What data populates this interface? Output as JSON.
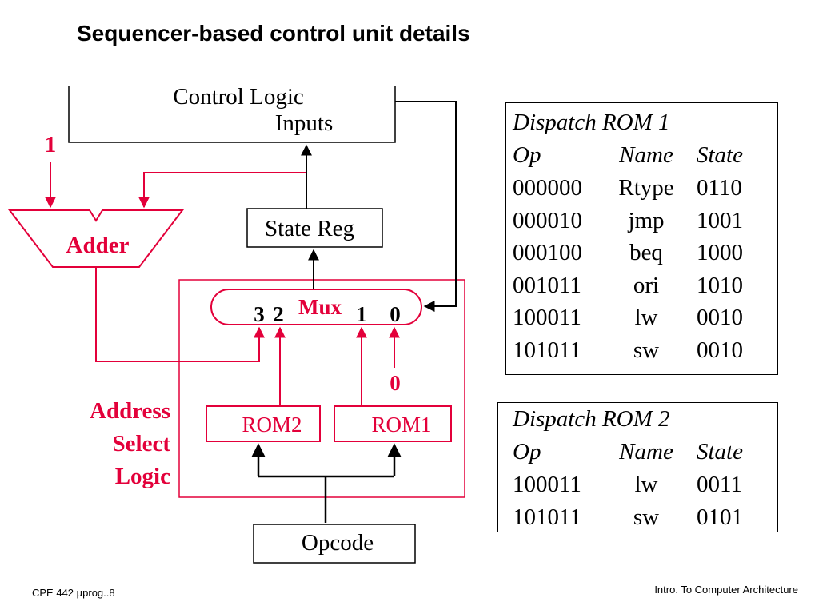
{
  "slide": {
    "title": "Sequencer-based control unit details",
    "footer_left": "CPE 442  µprog..8",
    "footer_right": "Intro. To Computer Architecture"
  },
  "diagram": {
    "control_logic_label": "Control Logic",
    "inputs_label": "Inputs",
    "one_label": "1",
    "adder_label": "Adder",
    "state_reg_label": "State Reg",
    "mux_label": "Mux",
    "mux_input_3": "3",
    "mux_input_2": "2",
    "mux_input_1": "1",
    "mux_input_0": "0",
    "zero_label": "0",
    "address_select_logic": [
      "Address",
      "Select",
      "Logic"
    ],
    "rom2_label": "ROM2",
    "rom1_label": "ROM1",
    "opcode_label": "Opcode",
    "colors": {
      "accent": "#e3003a",
      "ink": "#000000"
    }
  },
  "dispatch_rom_1": {
    "title": "Dispatch ROM 1",
    "headers": [
      "Op",
      "Name",
      "State"
    ],
    "rows": [
      [
        "000000",
        "Rtype",
        "0110"
      ],
      [
        "000010",
        "jmp",
        "1001"
      ],
      [
        "000100",
        "beq",
        "1000"
      ],
      [
        "001011",
        "ori",
        "1010"
      ],
      [
        "100011",
        "lw",
        "0010"
      ],
      [
        "101011",
        "sw",
        "0010"
      ]
    ]
  },
  "dispatch_rom_2": {
    "title": "Dispatch ROM 2",
    "headers": [
      "Op",
      "Name",
      "State"
    ],
    "rows": [
      [
        "100011",
        "lw",
        "0011"
      ],
      [
        "101011",
        "sw",
        "0101"
      ]
    ]
  }
}
